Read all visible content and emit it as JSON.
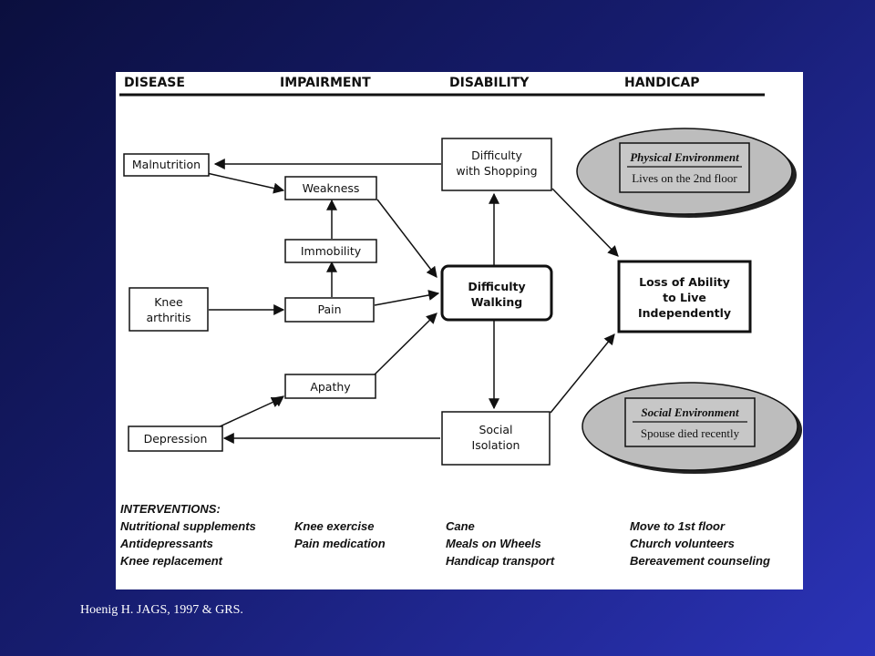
{
  "headers": {
    "disease": "DISEASE",
    "impairment": "IMPAIRMENT",
    "disability": "DISABILITY",
    "handicap": "HANDICAP"
  },
  "boxes": {
    "malnutrition": "Malnutrition",
    "weakness": "Weakness",
    "immobility": "Immobility",
    "knee_arthritis": [
      "Knee",
      "arthritis"
    ],
    "pain": "Pain",
    "apathy": "Apathy",
    "depression": "Depression",
    "difficulty_shopping": [
      "Difficulty",
      "with Shopping"
    ],
    "difficulty_walking": [
      "Difficulty",
      "Walking"
    ],
    "social_isolation": [
      "Social",
      "Isolation"
    ],
    "loss_ability": [
      "Loss of Ability",
      "to Live",
      "Independently"
    ]
  },
  "environments": {
    "physical": {
      "title": "Physical Environment",
      "detail": "Lives on the 2nd floor"
    },
    "social": {
      "title": "Social Environment",
      "detail": "Spouse died recently"
    }
  },
  "interventions": {
    "heading": "INTERVENTIONS:",
    "disease": [
      "Nutritional supplements",
      "Antidepressants",
      "Knee replacement"
    ],
    "impairment": [
      "Knee exercise",
      "Pain medication"
    ],
    "disability": [
      "Cane",
      "Meals on Wheels",
      "Handicap transport"
    ],
    "handicap": [
      "Move to 1st floor",
      "Church volunteers",
      "Bereavement counseling"
    ]
  },
  "citation": "Hoenig H. JAGS, 1997 & GRS."
}
